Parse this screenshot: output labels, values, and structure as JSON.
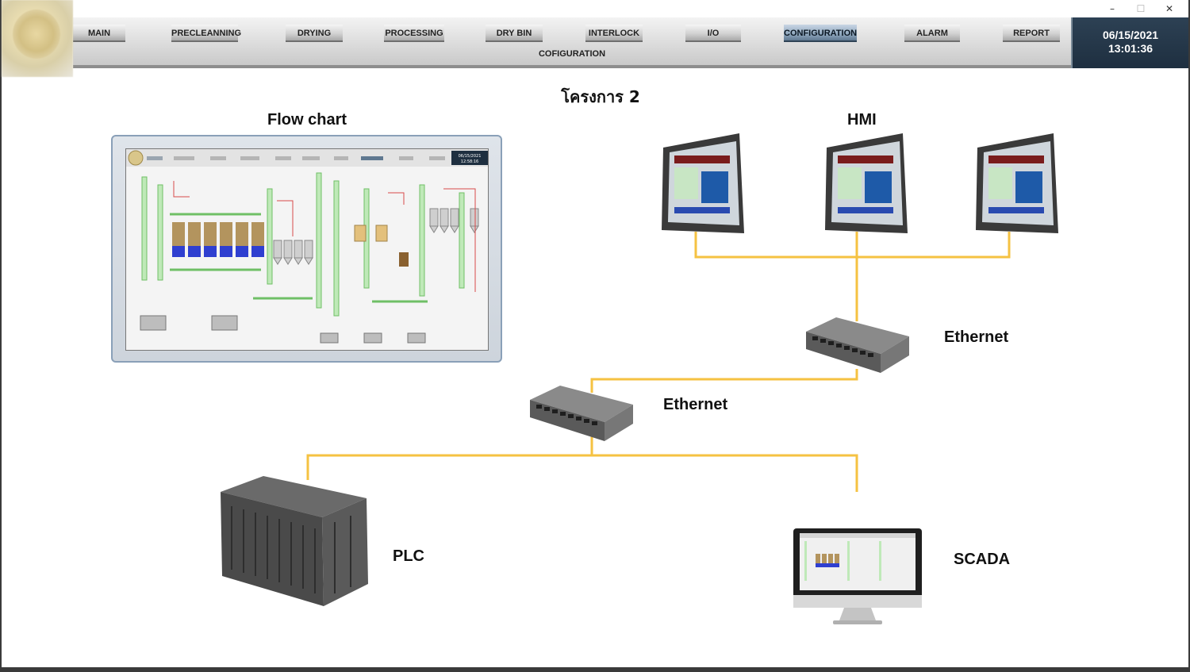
{
  "window": {
    "controls": {
      "minimize": "–",
      "maximize": "☐",
      "close": "✕"
    }
  },
  "nav": {
    "items": [
      {
        "label": "MAIN"
      },
      {
        "label": "PRECLEANNING"
      },
      {
        "label": "DRYING"
      },
      {
        "label": "PROCESSING"
      },
      {
        "label": "DRY BIN"
      },
      {
        "label": "INTERLOCK"
      },
      {
        "label": "I/O"
      },
      {
        "label": "CONFIGURATION",
        "active": true
      },
      {
        "label": "ALARM"
      },
      {
        "label": "REPORT"
      }
    ],
    "subtitle": "COFIGURATION"
  },
  "clock": {
    "date": "06/15/2021",
    "time": "13:01:36"
  },
  "page": {
    "project_title": "โครงการ 2",
    "flowchart_label": "Flow chart",
    "hmi_label": "HMI",
    "ethernet_label_1": "Ethernet",
    "ethernet_label_2": "Ethernet",
    "plc_label": "PLC",
    "scada_label": "SCADA"
  },
  "mini_screen": {
    "date": "06/15/2021",
    "time": "12:58:16"
  },
  "colors": {
    "network_line": "#f5c242",
    "active_tab": "#5f7890",
    "clock_bg": "#1e2f40",
    "device_gray": "#555555"
  }
}
